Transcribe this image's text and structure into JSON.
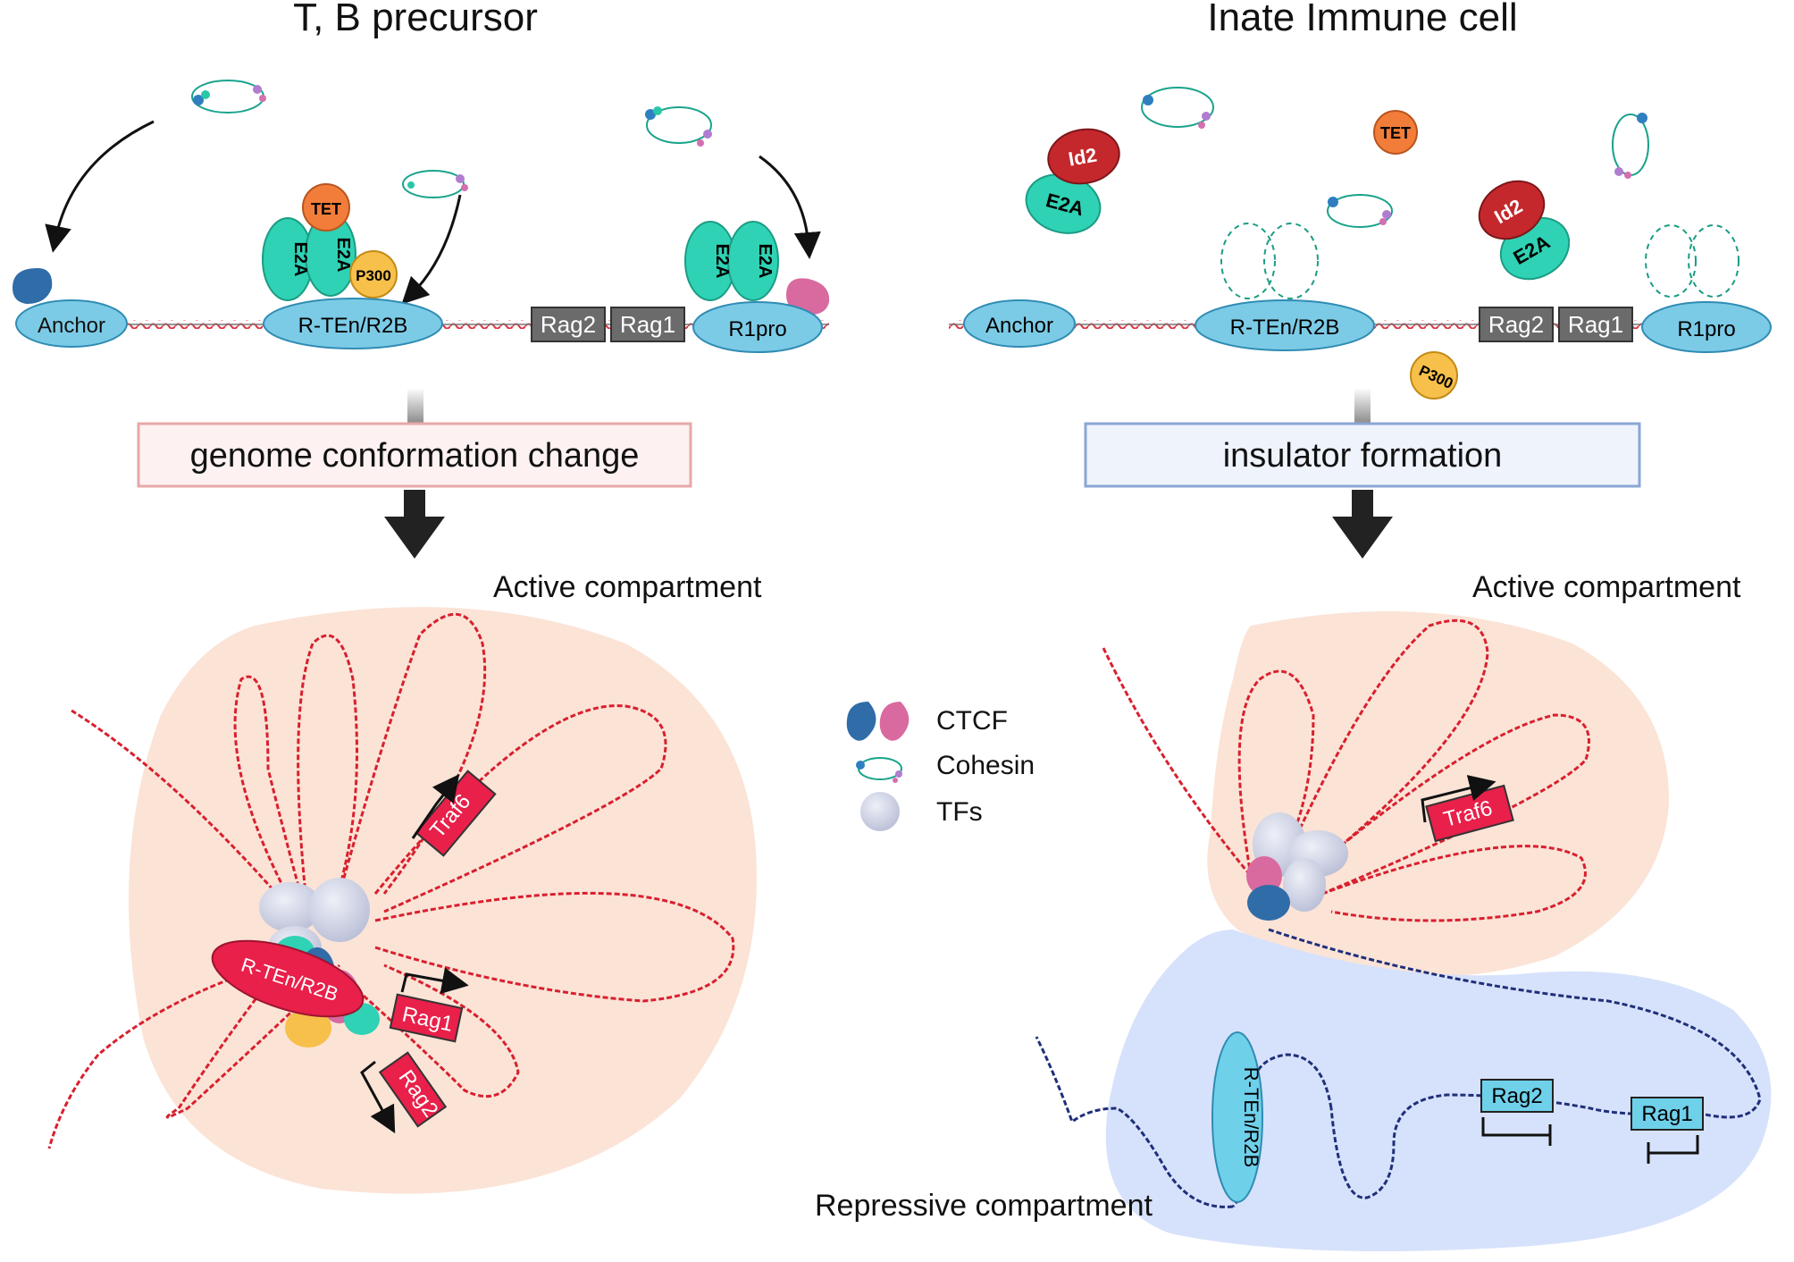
{
  "left_panel": {
    "title": "T, B precursor",
    "process_label": "genome conformation change",
    "compartment_label": "Active compartment",
    "elements": {
      "anchor": "Anchor",
      "rten": "R-TEn/R2B",
      "rag2": "Rag2",
      "rag1": "Rag1",
      "r1pro": "R1pro",
      "e2a": "E2A",
      "tet": "TET",
      "p300": "P300"
    },
    "loop": {
      "traf6": "Traf6",
      "rten": "R-TEn/R2B",
      "rag1": "Rag1",
      "rag2": "Rag2"
    }
  },
  "right_panel": {
    "title": "Inate Immune cell",
    "process_label": "insulator formation",
    "active_label": "Active compartment",
    "repressive_label": "Repressive compartment",
    "elements": {
      "anchor": "Anchor",
      "rten": "R-TEn/R2B",
      "rag2": "Rag2",
      "rag1": "Rag1",
      "r1pro": "R1pro",
      "id2": "Id2",
      "e2a": "E2A",
      "tet": "TET",
      "p300": "P300"
    },
    "loop": {
      "traf6": "Traf6",
      "rten": "R-TEn/R2B",
      "rag2": "Rag2",
      "rag1": "Rag1"
    }
  },
  "legend": {
    "ctcf": "CTCF",
    "cohesin": "Cohesin",
    "tfs": "TFs"
  },
  "colors": {
    "active_bg": "#fbe3d6",
    "repressive_bg": "#d6e2fb",
    "red_dna": "#d8202e",
    "blue_dna": "#1f2f7a",
    "teal": "#2fd2b4",
    "element_blue": "#7ccbe6",
    "gene_grey": "#6b6b6b",
    "gene_red": "#e8204a",
    "gene_cyan": "#6fd0ea",
    "tet": "#f27d3a",
    "p300": "#f7c04a",
    "id2": "#c4282c"
  }
}
